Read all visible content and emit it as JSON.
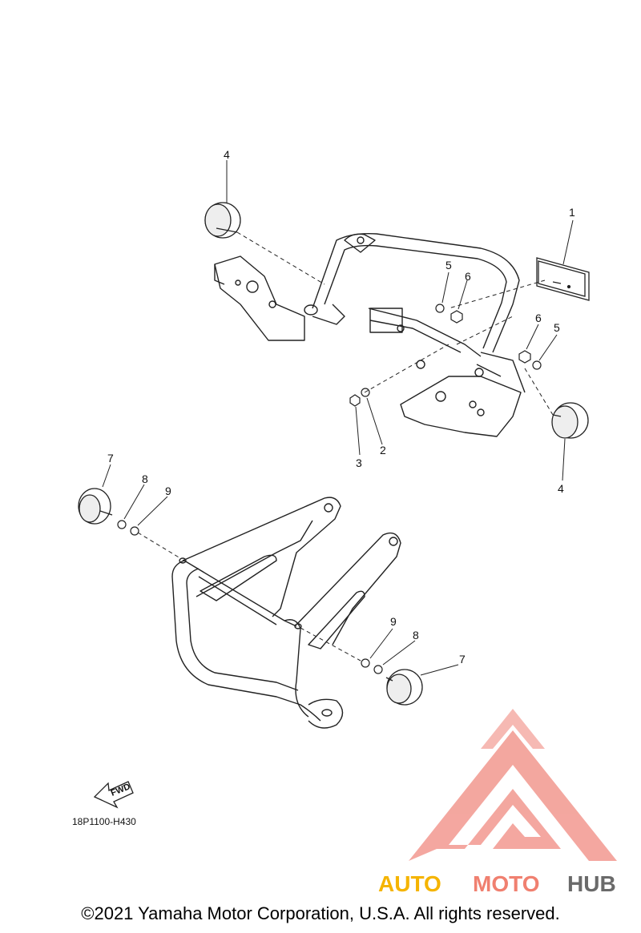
{
  "callouts": {
    "c1": "1",
    "c2": "2",
    "c3": "3",
    "c4_top": "4",
    "c4_bottom": "4",
    "c5_left": "5",
    "c5_right": "5",
    "c6_left": "6",
    "c6_right": "6",
    "c7_left": "7",
    "c7_right": "7",
    "c8_left": "8",
    "c8_right": "8",
    "c9_left": "9",
    "c9_right": "9"
  },
  "fwd_label": "FWD",
  "part_code": "18P1100-H430",
  "watermark": {
    "part1": "AUTO",
    "part2": "MOTO",
    "part3": "HUB",
    "color_part1": "#f5b400",
    "color_part2": "#f08070",
    "color_part3": "#6a6a6a",
    "logo_color": "#f08a80"
  },
  "copyright": "©2021 Yamaha Motor Corporation, U.S.A. All rights reserved."
}
